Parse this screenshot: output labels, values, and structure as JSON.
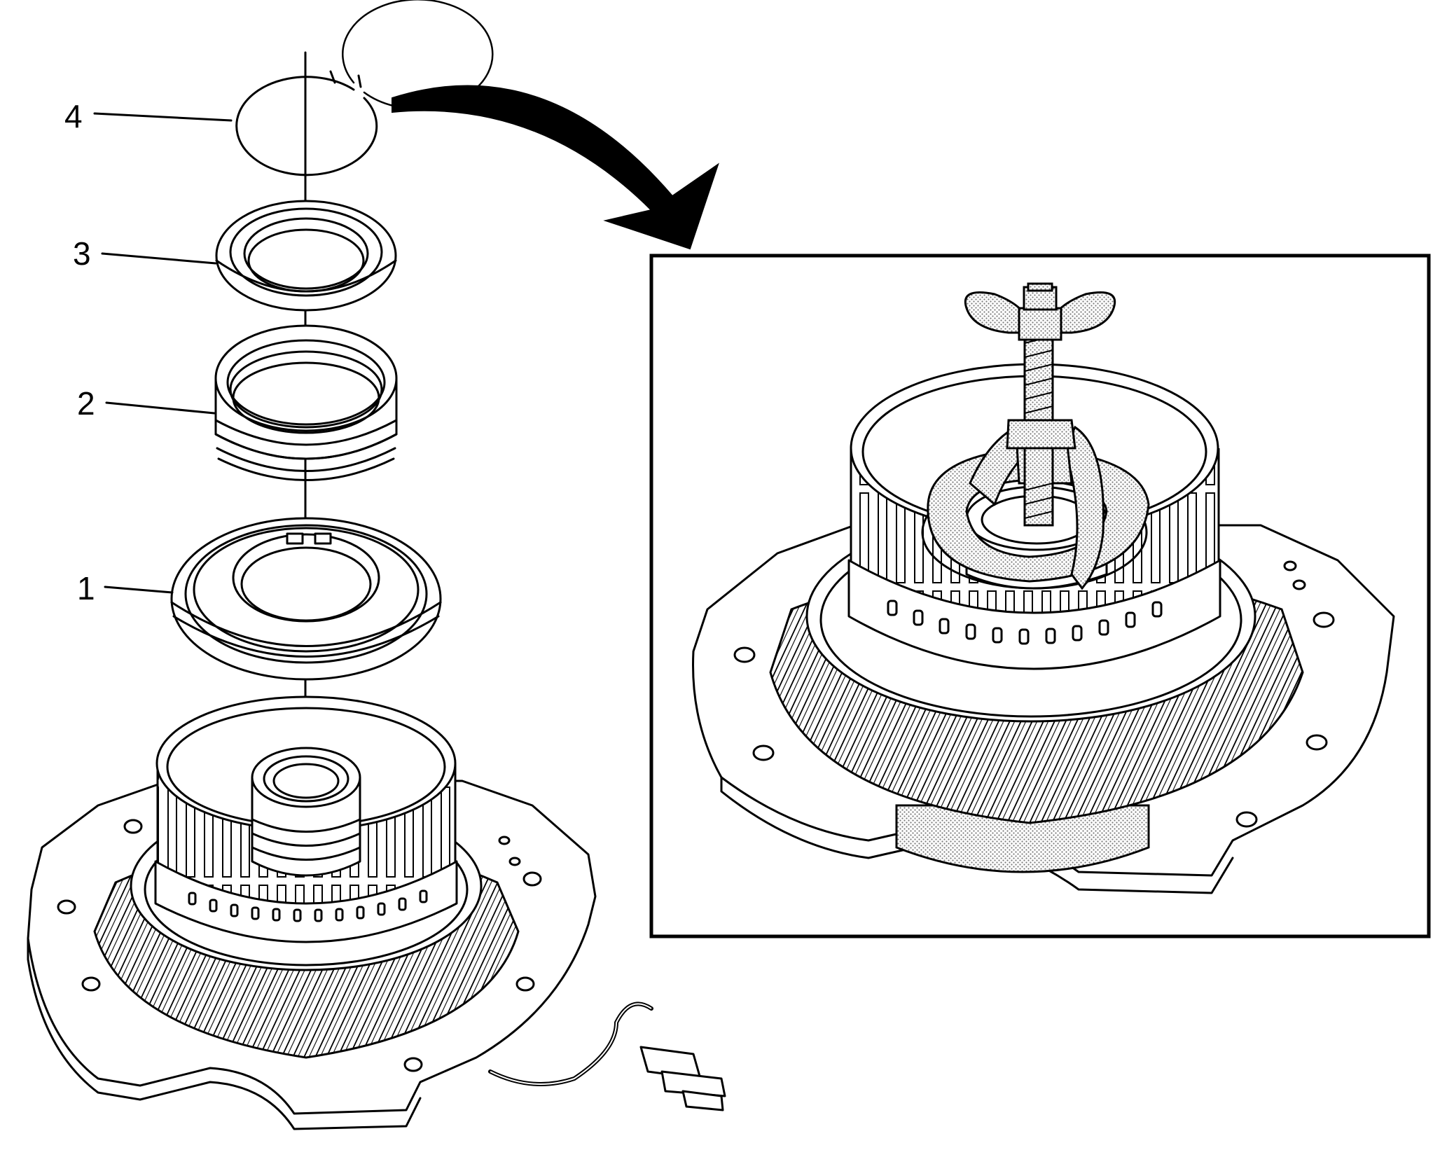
{
  "callouts": [
    {
      "id": "4",
      "label": "4"
    },
    {
      "id": "3",
      "label": "3"
    },
    {
      "id": "2",
      "label": "2"
    },
    {
      "id": "1",
      "label": "1"
    }
  ],
  "colors": {
    "line": "#000000",
    "background": "#ffffff",
    "stipple": "#9a9a9a"
  }
}
